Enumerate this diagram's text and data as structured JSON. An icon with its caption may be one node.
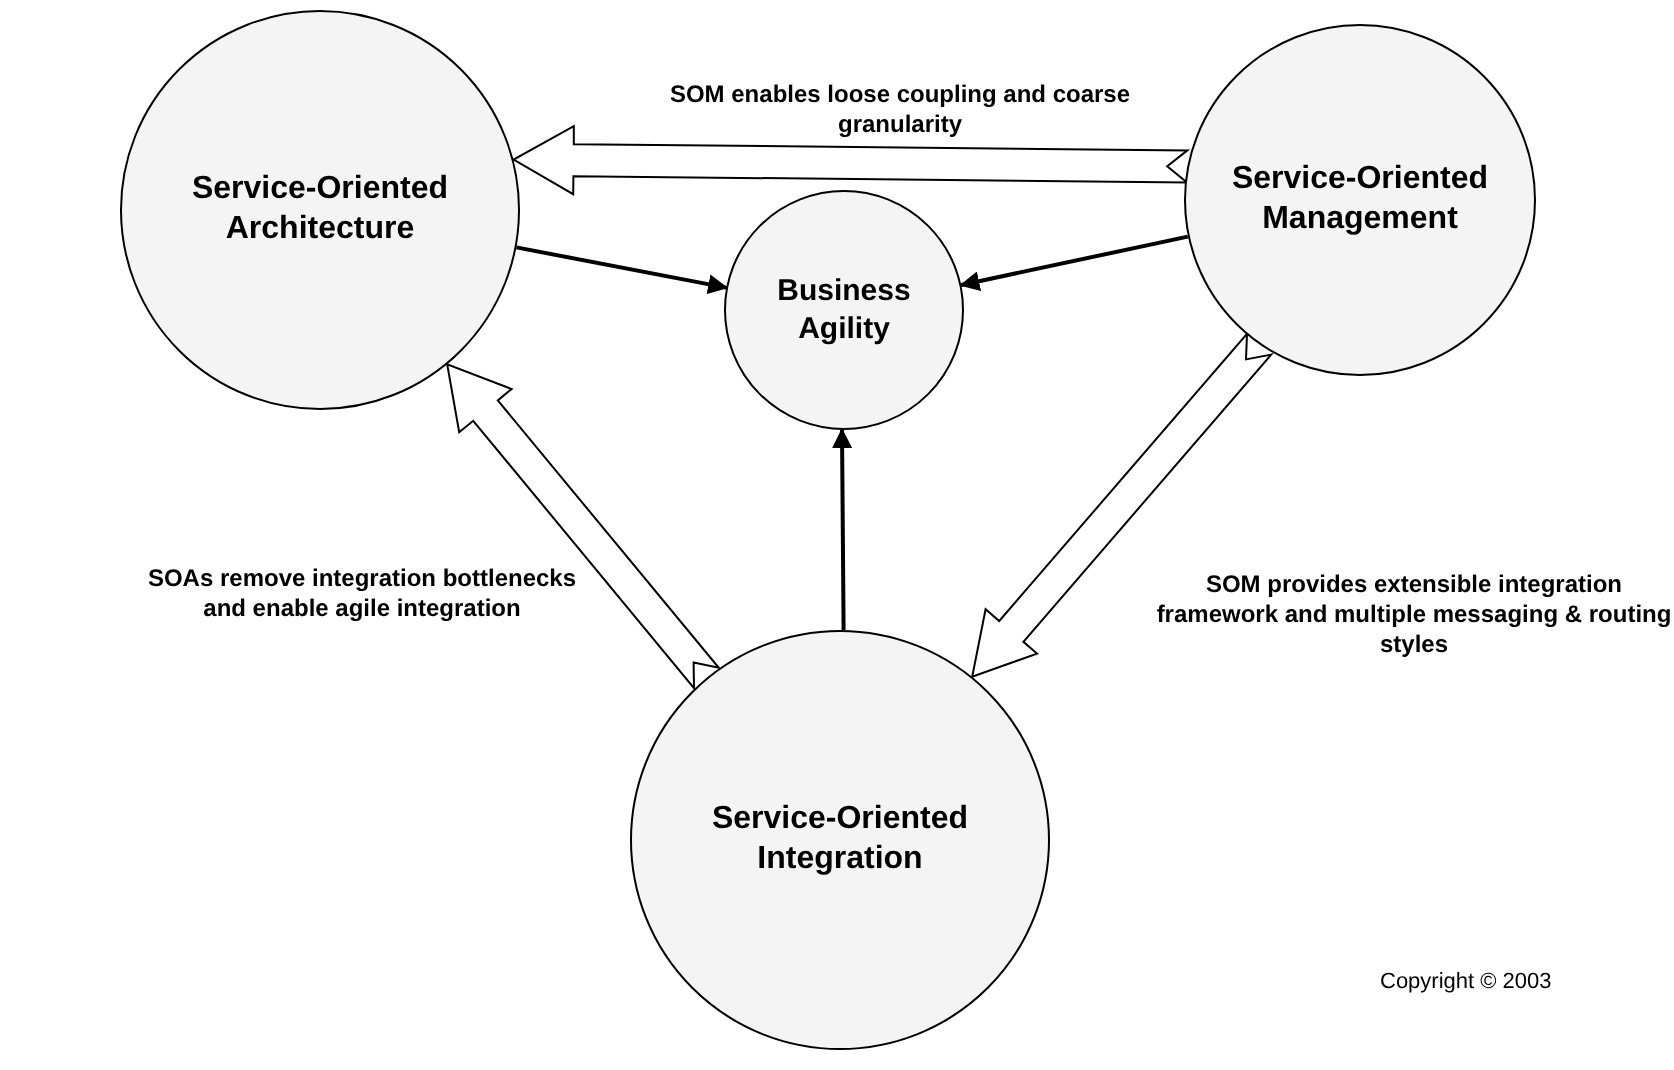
{
  "diagram": {
    "nodes": [
      {
        "text": [
          "Service-Oriented Architecture"
        ]
      },
      {
        "text": [
          "Service-Oriented Management"
        ]
      },
      {
        "text": [
          "Business Agility"
        ]
      },
      {
        "text": [
          "Service-Oriented Integration"
        ]
      }
    ],
    "edges": [
      {
        "from": 1,
        "to": 0,
        "arrow": "to",
        "style": "thick",
        "label": "SOM enables loose coupling and coarse granularity"
      },
      {
        "from": 0,
        "to": 2,
        "arrow": "to"
      },
      {
        "from": 1,
        "to": 2,
        "arrow": "to"
      },
      {
        "from": 3,
        "to": 2,
        "arrow": "to"
      },
      {
        "from": 3,
        "to": 0,
        "arrow": "to",
        "style": "thick",
        "label": "SOAs remove integration bottlenecks and enable agile integration"
      },
      {
        "from": 1,
        "to": 3,
        "arrow": "to",
        "style": "thick",
        "label": "SOM provides extensible integration framework and multiple messaging & routing styles"
      }
    ],
    "labels": [
      "Copyright © 2003"
    ]
  }
}
